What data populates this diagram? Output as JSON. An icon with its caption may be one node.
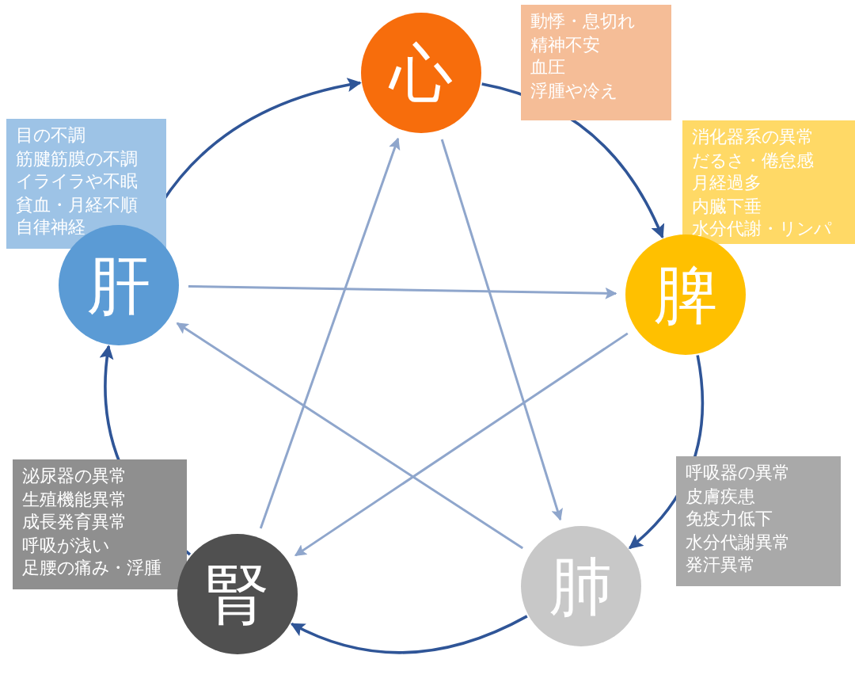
{
  "diagram": {
    "nodes": [
      {
        "text": [
          "心"
        ],
        "beside": [
          "動悸・息切れ",
          "精神不安",
          "血圧",
          "浮腫や冷え"
        ]
      },
      {
        "text": [
          "脾"
        ],
        "beside": [
          "消化器系の異常",
          "だるさ・倦怠感",
          "月経過多",
          "内臓下垂",
          "水分代謝・リンパ"
        ]
      },
      {
        "text": [
          "肺"
        ],
        "beside": [
          "呼吸器の異常",
          "皮膚疾患",
          "免疫力低下",
          "水分代謝異常",
          "発汗異常"
        ]
      },
      {
        "text": [
          "腎"
        ],
        "beside": [
          "泌尿器の異常",
          "生殖機能異常",
          "成長発育異常",
          "呼吸が浅い",
          "足腰の痛み・浮腫"
        ]
      },
      {
        "text": [
          "肝"
        ],
        "beside": [
          "目の不調",
          "筋腱筋膜の不調",
          "イライラや不眠",
          "貧血・月経不順",
          "自律神経"
        ]
      }
    ],
    "edges": [
      {
        "from": 0,
        "to": 1,
        "arrow": "to",
        "color": "#2f5597"
      },
      {
        "from": 1,
        "to": 2,
        "arrow": "to",
        "color": "#2f5597"
      },
      {
        "from": 2,
        "to": 3,
        "arrow": "to",
        "color": "#2f5597"
      },
      {
        "from": 3,
        "to": 4,
        "arrow": "to",
        "color": "#2f5597"
      },
      {
        "from": 4,
        "to": 0,
        "arrow": "to",
        "color": "#2f5597"
      },
      {
        "from": 4,
        "to": 1,
        "arrow": "to",
        "color": "#8fa6cc"
      },
      {
        "from": 1,
        "to": 3,
        "arrow": "to",
        "color": "#8fa6cc"
      },
      {
        "from": 3,
        "to": 0,
        "arrow": "to",
        "color": "#8fa6cc"
      },
      {
        "from": 0,
        "to": 2,
        "arrow": "to",
        "color": "#8fa6cc"
      },
      {
        "from": 2,
        "to": 4,
        "arrow": "to",
        "color": "#8fa6cc"
      }
    ]
  }
}
